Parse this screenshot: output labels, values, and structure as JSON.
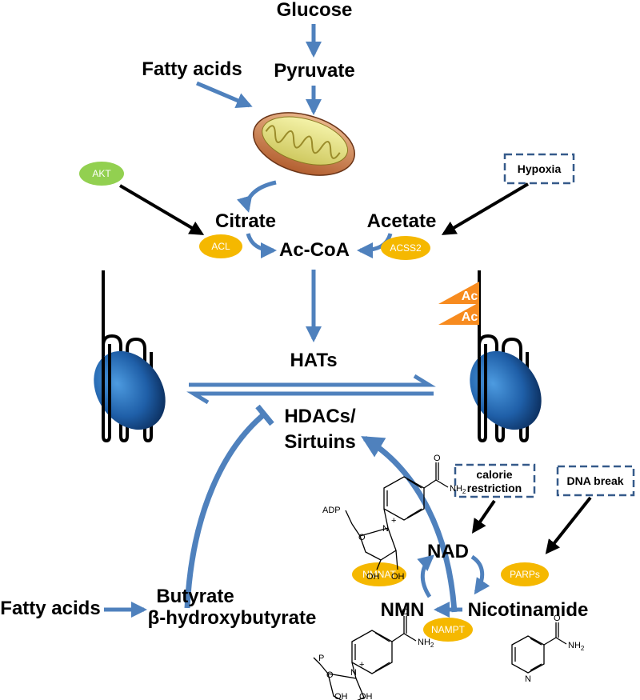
{
  "colors": {
    "arrow_blue": "#4f81bd",
    "enzyme_yellow": "#f5b800",
    "akt_green": "#92d050",
    "acetyl_flag_orange": "#f78b1f",
    "nucleosome_blue": "#1f5fa8",
    "dashed_box": "#355a8a"
  },
  "metabolites": {
    "glucose": "Glucose",
    "pyruvate": "Pyruvate",
    "fatty_acids_top": "Fatty acids",
    "citrate": "Citrate",
    "acetate": "Acetate",
    "ac_coa": "Ac-CoA",
    "fatty_acids_bottom": "Fatty acids",
    "butyrate": "Butyrate",
    "beta_hydroxybutyrate": "β-hydroxybutyrate",
    "nad": "NAD",
    "nmn": "NMN",
    "nicotinamide": "Nicotinamide"
  },
  "enzymes": {
    "akt": "AKT",
    "acl": "ACL",
    "acss2": "ACSS2",
    "nmnat": "NMNAT",
    "nampt": "NAMPT",
    "parps": "PARPs"
  },
  "regulators": {
    "hats": "HATs",
    "hdacs_line1": "HDACs/",
    "hdacs_line2": "Sirtuins"
  },
  "conditions": {
    "hypoxia": "Hypoxia",
    "calorie_line1": "calorie",
    "calorie_line2": "restriction",
    "dna_break": "DNA break"
  },
  "acetyl_marks": [
    "Ac",
    "Ac"
  ],
  "chem_labels": {
    "adp": "ADP",
    "p": "P",
    "nh2": "NH",
    "nh2_sub": "2",
    "o": "O",
    "oh": "OH",
    "n": "N",
    "plus": "+"
  }
}
